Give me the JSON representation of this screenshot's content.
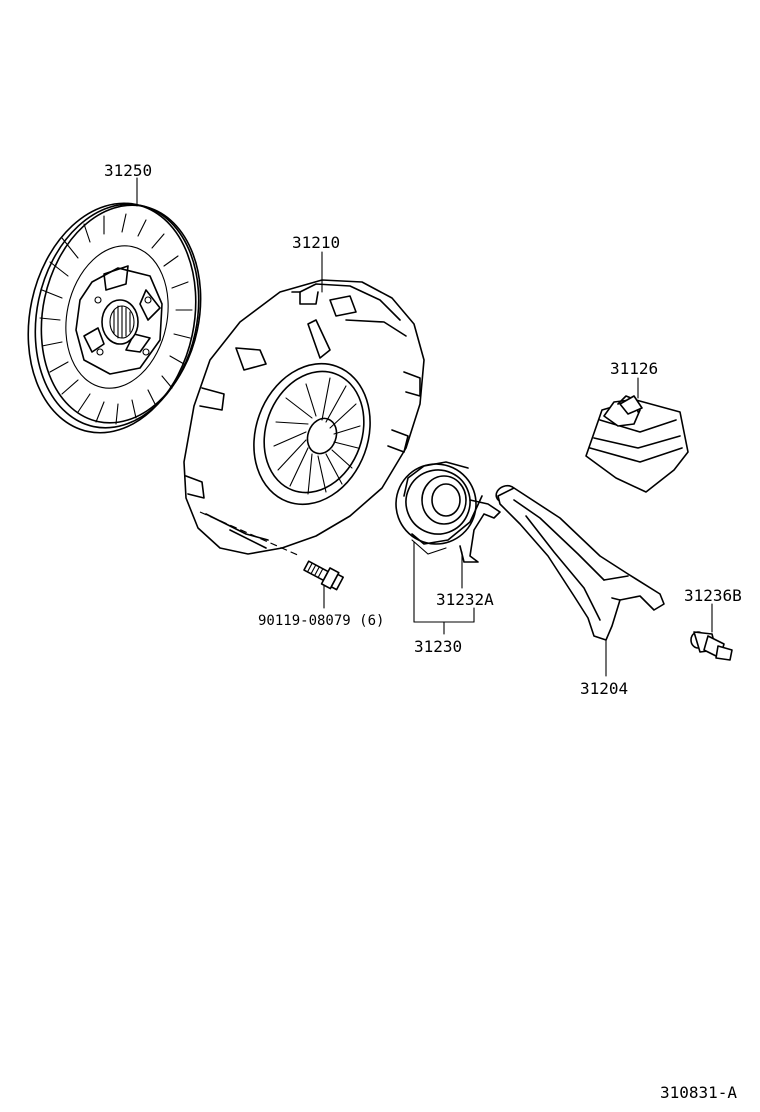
{
  "parts": {
    "clutch_disc": "31250",
    "clutch_cover": "31210",
    "boot": "31126",
    "bearing_hub_clip": "31232A",
    "bearing_assy": "31230",
    "bolt_set": "90119-08079 (6)",
    "pivot": "31236B",
    "release_fork": "31204"
  },
  "diagram_code": "310831-A"
}
